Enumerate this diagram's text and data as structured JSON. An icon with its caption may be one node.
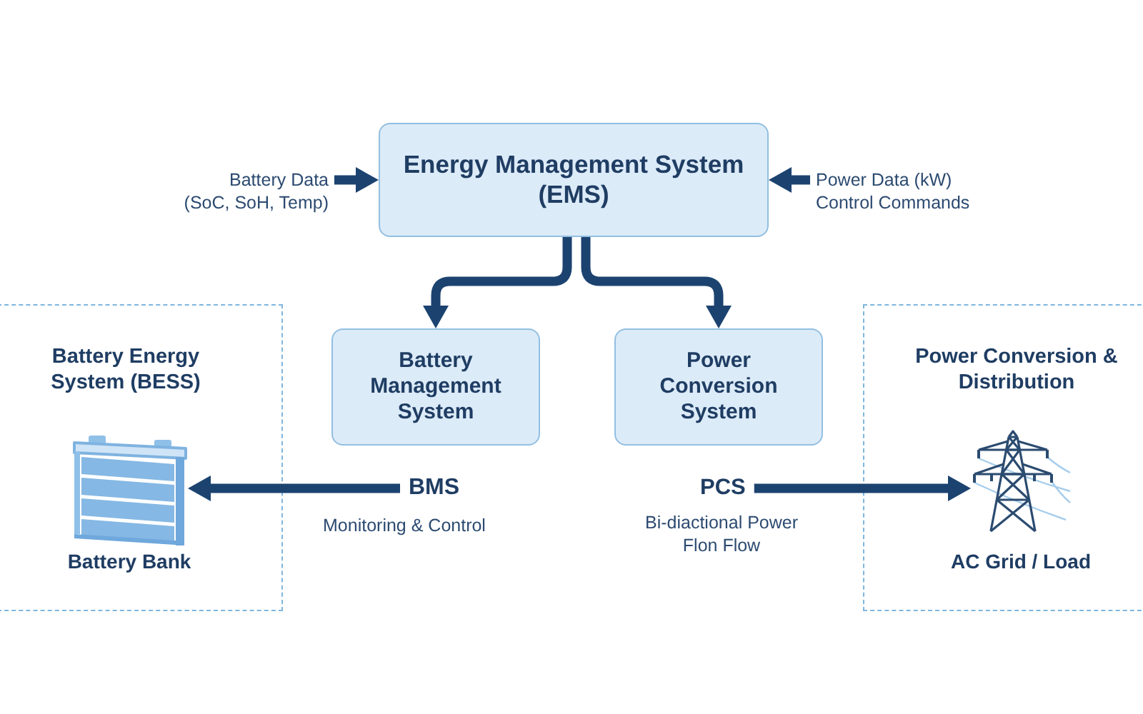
{
  "diagram": {
    "nodes": [
      {
        "text": [
          "Energy Management System (EMS)"
        ]
      },
      {
        "text": [
          "Battery Data (SoC, SoH, Temp)"
        ]
      },
      {
        "text": [
          "Power Data (kW) Control Commands"
        ]
      },
      {
        "text": [
          "Battery Energy System (BESS)"
        ]
      },
      {
        "text": [],
        "shape": "picture",
        "in": 3,
        "beside": [
          "Battery Bank"
        ]
      },
      {
        "text": [
          "Battery Management System"
        ]
      },
      {
        "text": [
          "Power Conversion System"
        ]
      },
      {
        "text": [
          "BMS"
        ],
        "beside": [
          "Monitoring & Control"
        ]
      },
      {
        "text": [
          "PCS"
        ],
        "beside": [
          "Bi-diactional Power Flon Flow"
        ]
      },
      {
        "text": [
          "Power Conversion & Distribution"
        ]
      },
      {
        "text": [],
        "shape": "picture",
        "in": 9,
        "beside": [
          "AC Grid / Load"
        ]
      }
    ],
    "edges": [
      {
        "from": 1,
        "to": 0,
        "arrow": "to"
      },
      {
        "from": 2,
        "to": 0,
        "arrow": "to"
      },
      {
        "from": 0,
        "to": 5,
        "arrow": "to"
      },
      {
        "from": 0,
        "to": 6,
        "arrow": "to"
      },
      {
        "from": 7,
        "to": 4,
        "arrow": "to"
      },
      {
        "from": 8,
        "to": 10,
        "arrow": "to"
      }
    ]
  }
}
